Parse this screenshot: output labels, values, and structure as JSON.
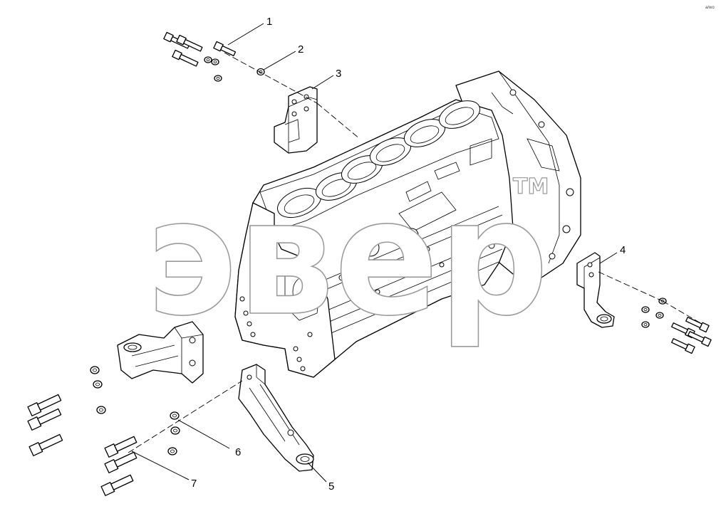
{
  "corner_mark": "a/wo",
  "watermark": {
    "text": "эвер",
    "trademark": "TM"
  },
  "callouts": [
    {
      "id": "1",
      "label": "1"
    },
    {
      "id": "2",
      "label": "2"
    },
    {
      "id": "3",
      "label": "3"
    },
    {
      "id": "4",
      "label": "4"
    },
    {
      "id": "5",
      "label": "5"
    },
    {
      "id": "6",
      "label": "6"
    },
    {
      "id": "7",
      "label": "7"
    }
  ],
  "colors": {
    "line": "#000000",
    "watermark_outline": "#9a9a9a",
    "background": "#ffffff"
  }
}
